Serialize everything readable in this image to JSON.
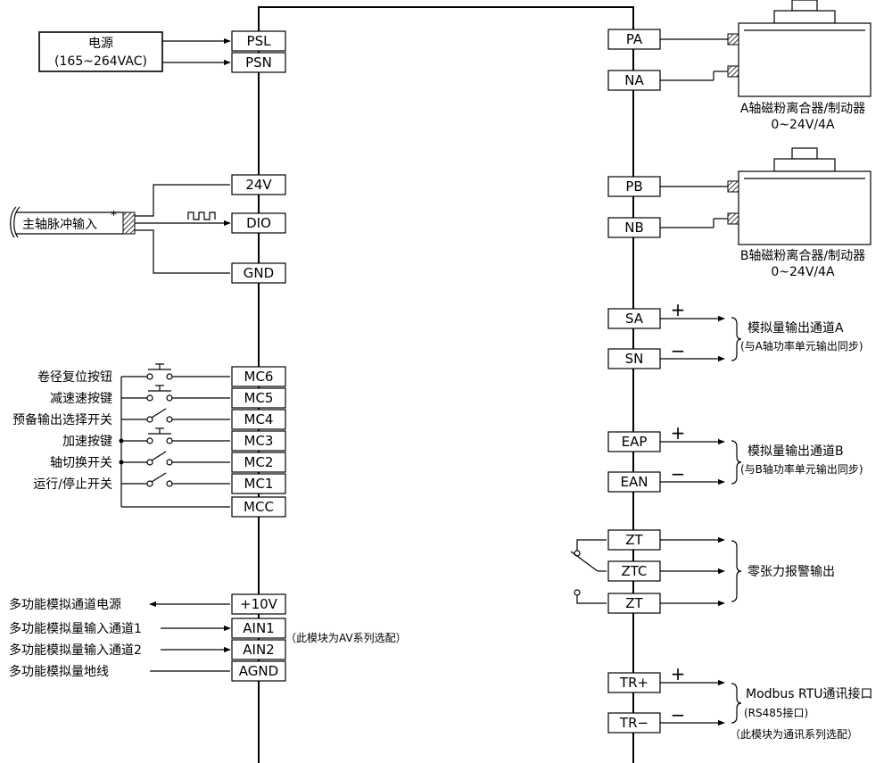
{
  "power": {
    "line1": "电源",
    "line2": "(165~264VAC)"
  },
  "terminals_left": {
    "psl": "PSL",
    "psn": "PSN",
    "v24": "24V",
    "dio": "DIO",
    "gnd": "GND",
    "mc6": "MC6",
    "mc5": "MC5",
    "mc4": "MC4",
    "mc3": "MC3",
    "mc2": "MC2",
    "mc1": "MC1",
    "mcc": "MCC",
    "p10v": "+10V",
    "ain1": "AIN1",
    "ain2": "AIN2",
    "agnd": "AGND"
  },
  "terminals_right": {
    "pa": "PA",
    "na": "NA",
    "pb": "PB",
    "nb": "NB",
    "sa": "SA",
    "sn": "SN",
    "eap": "EAP",
    "ean": "EAN",
    "zt1": "ZT",
    "ztc": "ZTC",
    "zt2": "ZT",
    "trp": "TR+",
    "trn": "TR−"
  },
  "pulse_input": {
    "label": "主轴脉冲输入",
    "mark": "*"
  },
  "switches": {
    "mc6": "卷径复位按钮",
    "mc5": "减速速按键",
    "mc4": "预备输出选择开关",
    "mc3": "加速按键",
    "mc2": "轴切换开关",
    "mc1": "运行/停止开关"
  },
  "analog_in": {
    "power": "多功能模拟通道电源",
    "ch1": "多功能模拟量输入通道1",
    "ch2": "多功能模拟量输入通道2",
    "gnd": "多功能模拟量地线",
    "note": "（此模块为AV系列选配）"
  },
  "clutch_a": {
    "name": "A轴磁粉离合器/制动器",
    "spec": "0~24V/4A"
  },
  "clutch_b": {
    "name": "B轴磁粉离合器/制动器",
    "spec": "0~24V/4A"
  },
  "analog_out_a": {
    "title": "模拟量输出通道A",
    "note": "(与A轴功率单元输出同步)"
  },
  "analog_out_b": {
    "title": "模拟量输出通道B",
    "note": "(与B轴功率单元输出同步)"
  },
  "zero_tension": {
    "title": "零张力报警输出"
  },
  "modbus": {
    "title": "Modbus RTU通讯接口",
    "sub": "(RS485接口)",
    "note": "（此模块为通讯系列选配）"
  },
  "signs": {
    "plus": "+",
    "minus": "−"
  }
}
